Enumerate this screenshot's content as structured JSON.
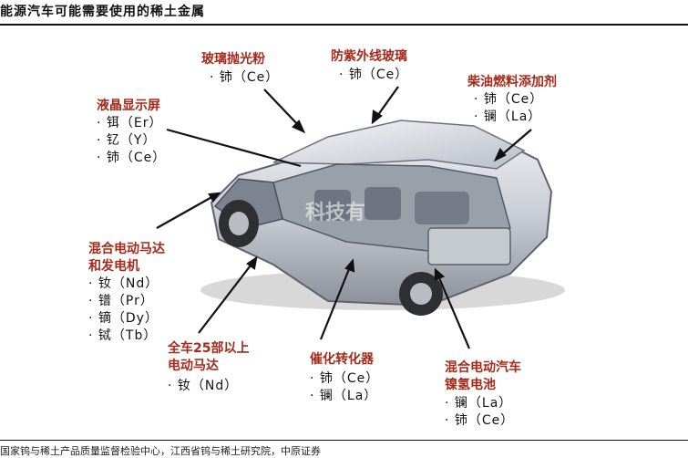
{
  "title": "能源汽车可能需要使用的稀土金属",
  "source": "国家钨与稀土产品质量监督检验中心，江西省钨与稀土研究院，中原证券",
  "watermark": "科技有",
  "groups": [
    {
      "label": "玻璃抛光粉",
      "items": [
        "· 铈（Ce）"
      ]
    },
    {
      "label": "防紫外线玻璃",
      "items": [
        "· 铈（Ce）"
      ]
    },
    {
      "label": "柴油燃料添加剂",
      "items": [
        "· 铈（Ce）",
        "· 镧（La）"
      ]
    },
    {
      "label": "液晶显示屏",
      "items": [
        "· 铒（Er）",
        "· 钇（Y）",
        "· 铈（Ce）"
      ]
    },
    {
      "label": "混合电动马达",
      "label2": "和发电机",
      "items": [
        "· 钕（Nd）",
        "· 镨（Pr）",
        "· 镝（Dy）",
        "· 铽（Tb）"
      ]
    },
    {
      "label": "全车25部以上",
      "label2": "电动马达",
      "items": [
        "· 钕（Nd）"
      ]
    },
    {
      "label": "催化转化器",
      "items": [
        "· 铈（Ce）",
        "· 镧（La）"
      ]
    },
    {
      "label": "混合电动汽车",
      "label2": "镍氢电池",
      "items": [
        "· 镧（La）",
        "· 铈（Ce）"
      ]
    }
  ]
}
